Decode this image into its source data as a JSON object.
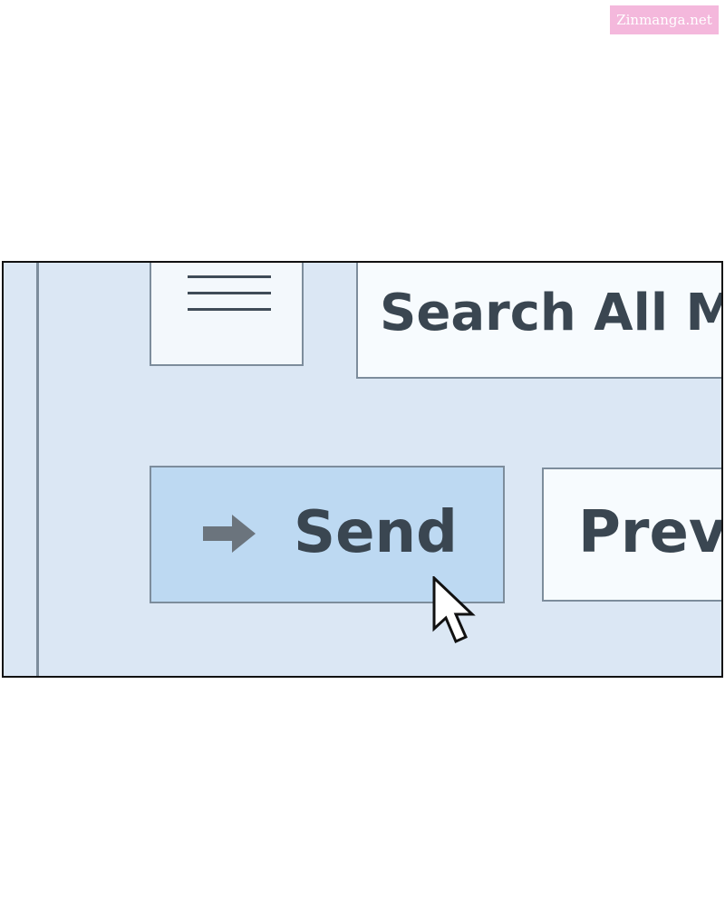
{
  "watermark": {
    "text": "Zinmanga.net"
  },
  "panel": {
    "menu_icon": "hamburger-menu-icon",
    "search_button": {
      "label": "Search All Ma"
    },
    "send_button": {
      "label": "Send",
      "icon": "arrow-right-icon"
    },
    "preview_button": {
      "label": "Previ"
    },
    "cursor": "mouse-pointer-icon"
  },
  "colors": {
    "panel_background": "#dbe7f4",
    "send_button_background": "#bdd9f2",
    "box_background": "#f7fbfe",
    "text": "#3a4651",
    "border": "#7d8d9c",
    "watermark_background": "#f4b8dc"
  }
}
